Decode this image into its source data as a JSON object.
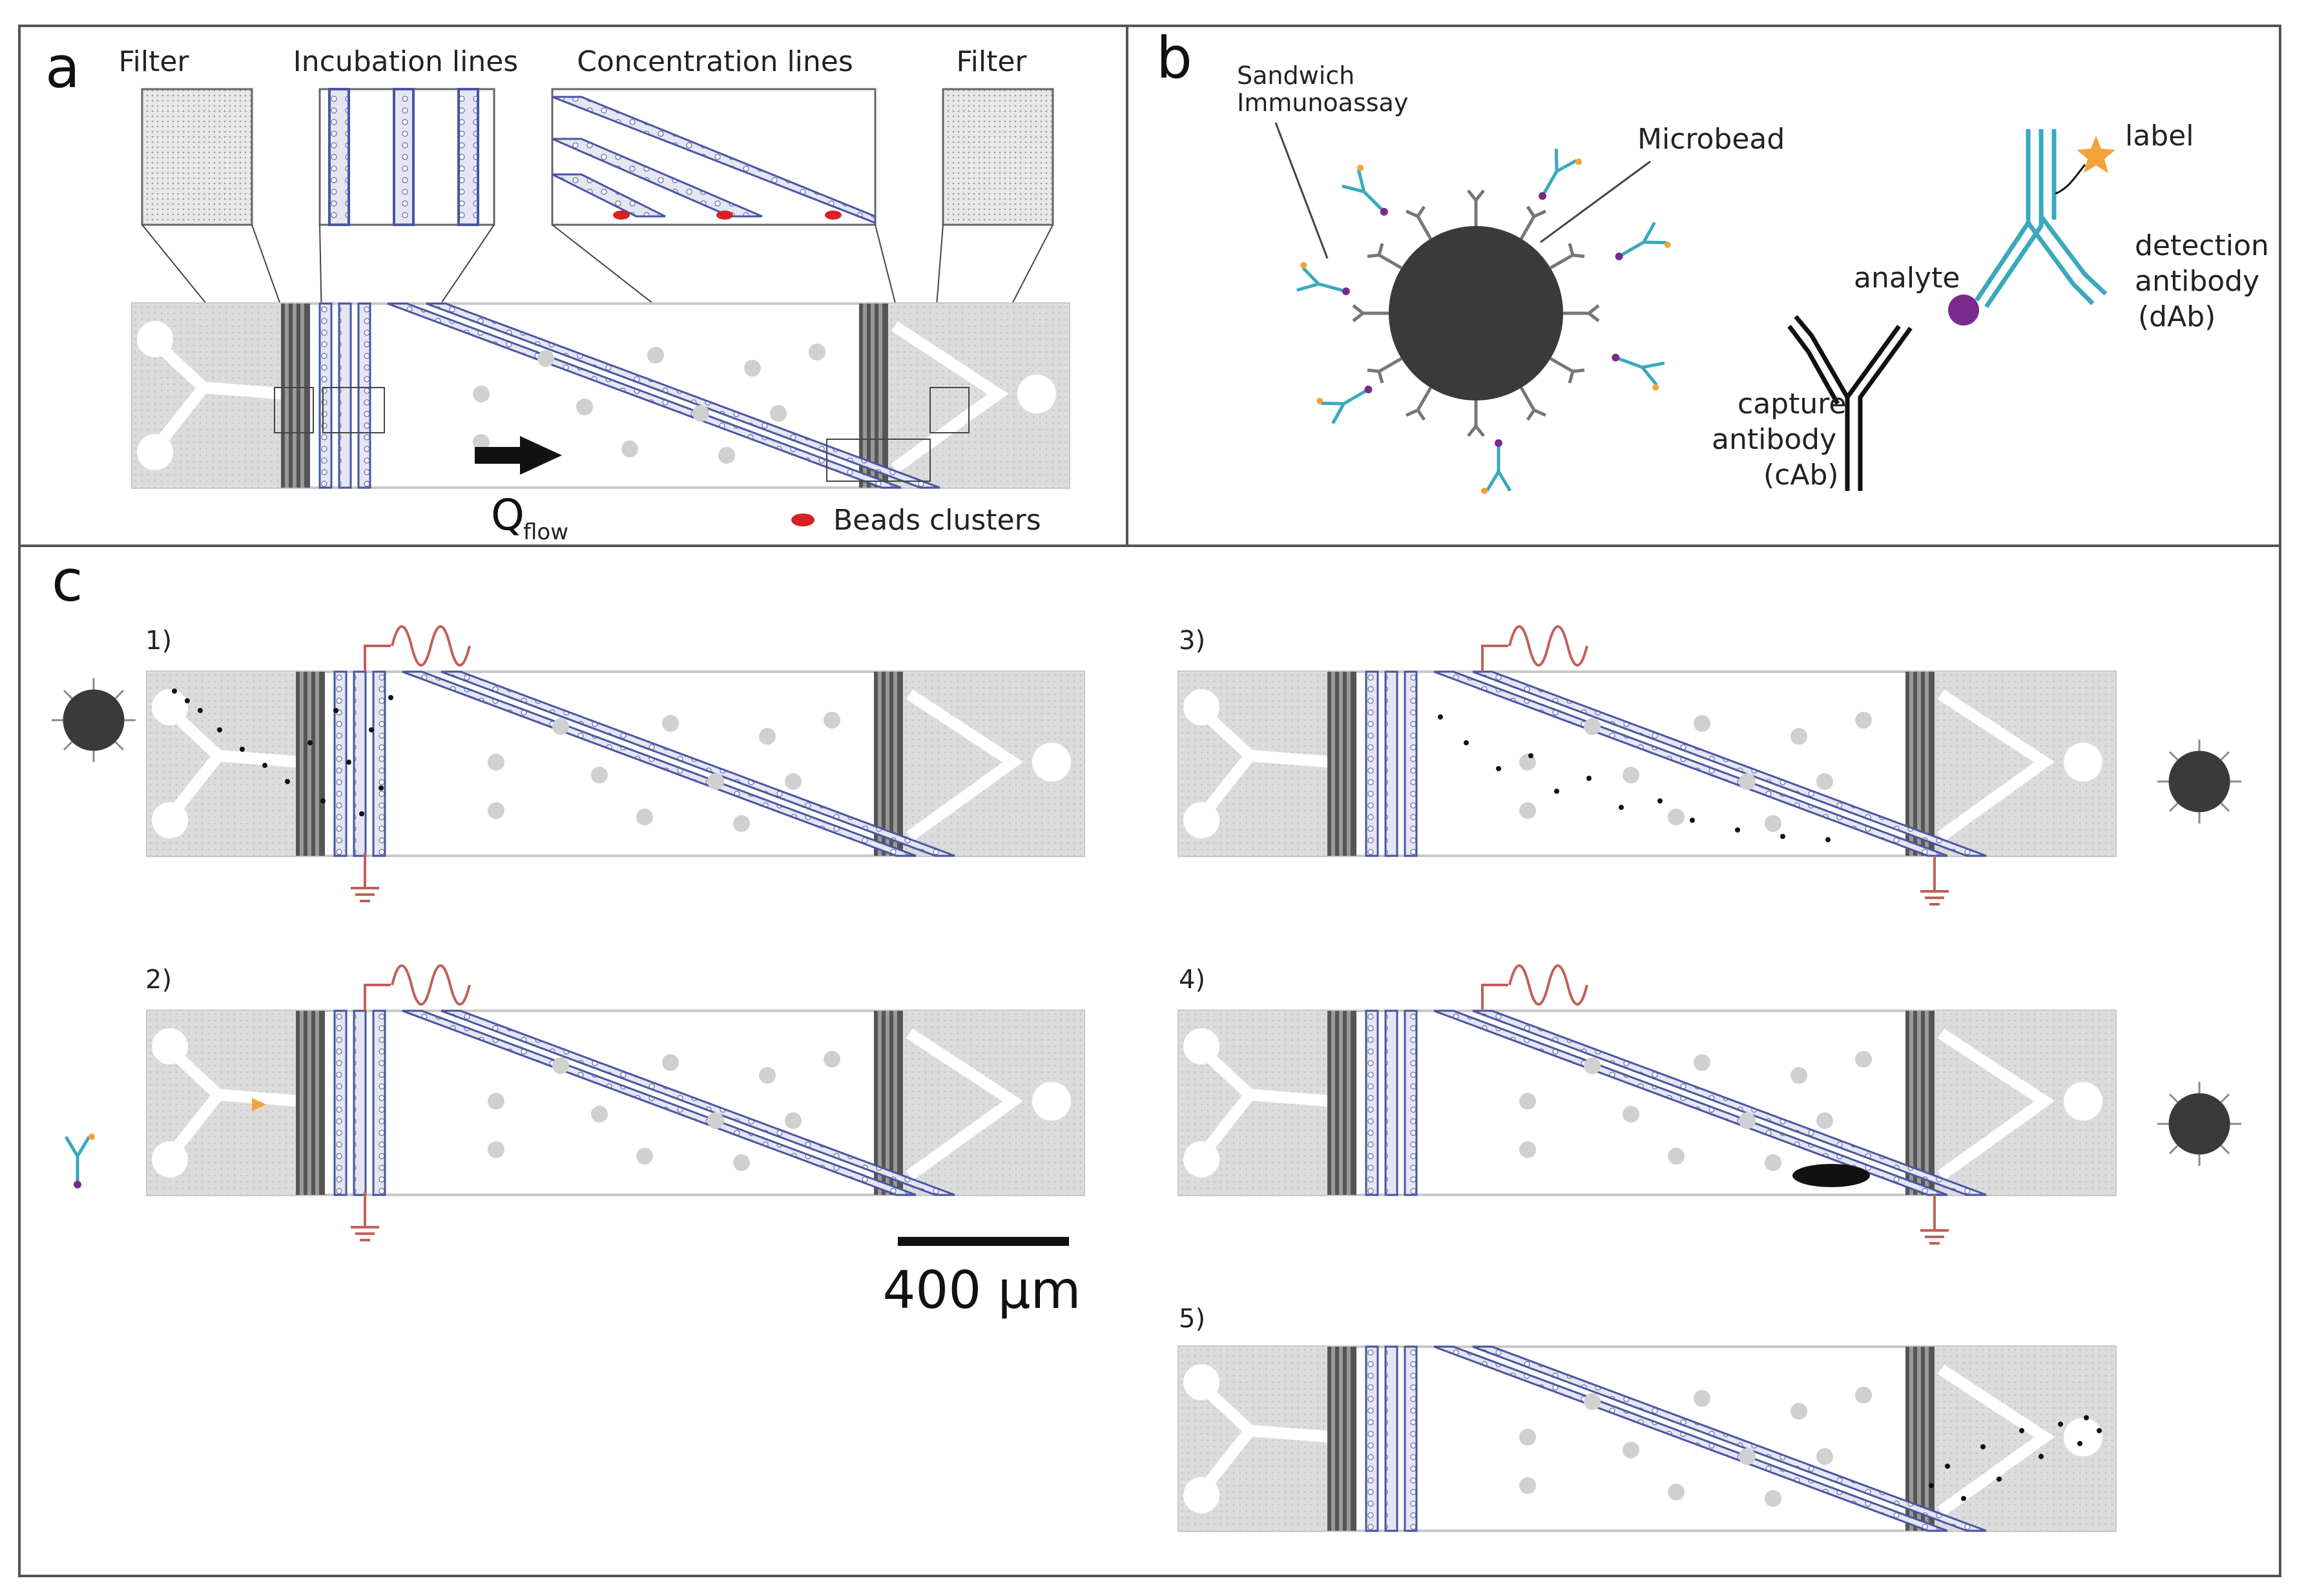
{
  "panels": {
    "a": {
      "letter": "a",
      "labels": {
        "filter_left": "Filter",
        "incubation": "Incubation lines",
        "concentration": "Concentration lines",
        "filter_right": "Filter",
        "q_main": "Q",
        "q_sub": "flow",
        "beads_clusters": "Beads clusters"
      }
    },
    "b": {
      "letter": "b",
      "labels": {
        "sandwich_line1": "Sandwich",
        "sandwich_line2": "Immunoassay",
        "microbead": "Microbead",
        "label": "label",
        "analyte": "analyte",
        "detection_line1": "detection",
        "detection_line2": "antibody",
        "detection_line3": "(dAb)",
        "capture_line1": "capture",
        "capture_line2": "antibody",
        "capture_line3": "(cAb)"
      }
    },
    "c": {
      "letter": "c",
      "steps": [
        "1)",
        "2)",
        "3)",
        "4)",
        "5)"
      ],
      "scale_bar": "400 µm"
    }
  },
  "colors": {
    "channel_fill": "#d9d9d9",
    "line_blue": "#4a55a2",
    "antibody_teal": "#3aa9bd",
    "electrode_red": "#c0605a",
    "analyte_purple": "#7a2a8c",
    "label_orange": "#f2a33a",
    "bead_dark": "#3a3a3a",
    "cluster_red": "#d62222"
  },
  "icons": [
    "microbead-icon",
    "antibody-icon",
    "ac-source-icon",
    "ground-icon",
    "flow-arrow-icon"
  ]
}
